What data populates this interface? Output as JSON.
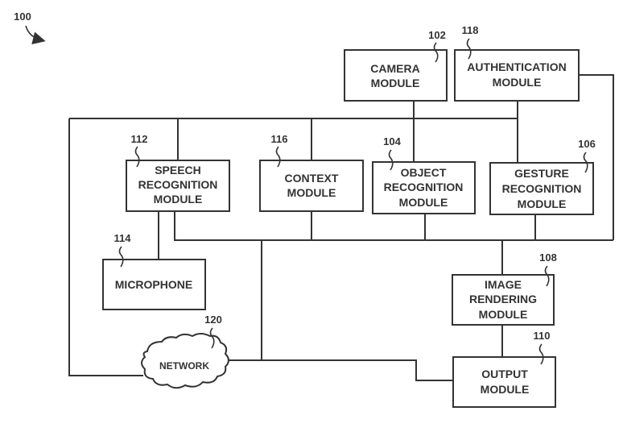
{
  "figure": {
    "ref": "100",
    "colors": {
      "line": "#333333",
      "background": "#ffffff"
    }
  },
  "modules": {
    "camera": {
      "ref": "102",
      "lines": [
        "CAMERA",
        "MODULE"
      ]
    },
    "authentication": {
      "ref": "118",
      "lines": [
        "AUTHENTICATION",
        "MODULE"
      ]
    },
    "speech": {
      "ref": "112",
      "lines": [
        "SPEECH",
        "RECOGNITION",
        "MODULE"
      ]
    },
    "context": {
      "ref": "116",
      "lines": [
        "CONTEXT",
        "MODULE"
      ]
    },
    "object": {
      "ref": "104",
      "lines": [
        "OBJECT",
        "RECOGNITION",
        "MODULE"
      ]
    },
    "gesture": {
      "ref": "106",
      "lines": [
        "GESTURE",
        "RECOGNITION",
        "MODULE"
      ]
    },
    "microphone": {
      "ref": "114",
      "lines": [
        "MICROPHONE"
      ]
    },
    "image_rendering": {
      "ref": "108",
      "lines": [
        "IMAGE",
        "RENDERING",
        "MODULE"
      ]
    },
    "output": {
      "ref": "110",
      "lines": [
        "OUTPUT",
        "MODULE"
      ]
    },
    "network": {
      "ref": "120",
      "lines": [
        "NETWORK"
      ]
    }
  }
}
